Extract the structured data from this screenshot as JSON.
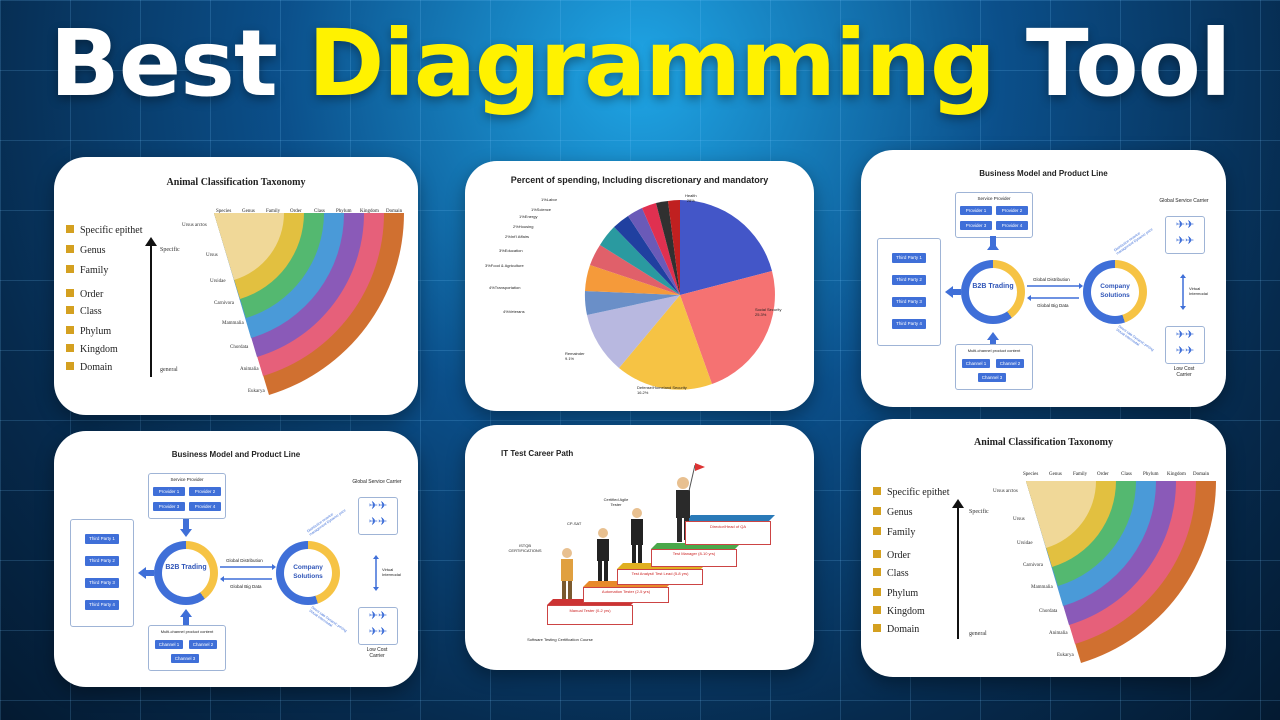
{
  "headline": {
    "word1": "Best",
    "word2": "Diagramming",
    "word3": "Tool"
  },
  "colors": {
    "accent_yellow": "#fff200",
    "taxonomy_bullet": "#d4a020",
    "diagram_blue": "#3f6fd8",
    "ring_yellow": "#f6c344",
    "pie_blue": "#4356c8",
    "pie_red": "#f57272"
  },
  "taxonomy": {
    "title": "Animal Classification Taxonomy",
    "ranks": [
      "Specific epithet",
      "Genus",
      "Family",
      "Order",
      "Class",
      "Phylum",
      "Kingdom",
      "Domain"
    ],
    "specific": "Specific",
    "general": "general",
    "columns": [
      "Species",
      "Genus",
      "Family",
      "Order",
      "Class",
      "Phylum",
      "Kingdom",
      "Domain"
    ],
    "rows": [
      "Ursus arctos",
      "Ursus",
      "Ursidae",
      "Carnivora",
      "Mammalia",
      "Chordata",
      "Animalia",
      "Eukarya"
    ]
  },
  "spending": {
    "title": "Percent of spending, Including discretionary and mandatory",
    "slices": [
      {
        "label": "Health",
        "value": "28%"
      },
      {
        "label": "Social Security",
        "value": "25.3%"
      },
      {
        "label": "Defense/Homeland Security",
        "value": "16.2%"
      },
      {
        "label": "Remainder",
        "value": "9.1%"
      },
      {
        "label": "Veterans",
        "value": "4%"
      },
      {
        "label": "Transportation",
        "value": "4%"
      },
      {
        "label": "Food & Agriculture",
        "value": "3%"
      },
      {
        "label": "Education",
        "value": "3%"
      },
      {
        "label": "Int'l Affairs",
        "value": "2%"
      },
      {
        "label": "Housing",
        "value": "2%"
      },
      {
        "label": "Energy",
        "value": "1%"
      },
      {
        "label": "Science",
        "value": "1%"
      },
      {
        "label": "Labor",
        "value": "1%"
      }
    ]
  },
  "business": {
    "title": "Business Model and Product Line",
    "service_provider": "Service Provider",
    "providers": [
      "Provider 1",
      "Provider 2",
      "Provider 3",
      "Provider 4"
    ],
    "third_parties": [
      "Third Party 1",
      "Third Party 2",
      "Third Party 3",
      "Third Party 4"
    ],
    "b2b": "B2B Trading",
    "company": "Company Solutions",
    "global_distribution": "Global Distribution",
    "global_big_data": "Global Big Data",
    "multichannel": "Multi-channel product content",
    "channels": [
      "Channel 1",
      "Channel 2",
      "Channel 3"
    ],
    "global_service_carrier": "Global Service Carrier",
    "low_cost_carrier": "Low Cost Carrier",
    "virtual_intermodal": "Virtual Intermodal",
    "distribution_note": "Distribution revenue management Dynamic price",
    "direct_note": "Direct sale Dynamic pricing Virtual Intermodal",
    "plane": "✈"
  },
  "career": {
    "title": "IT Test Career Path",
    "steps": [
      "Manual Tester (0-2 yrs)",
      "Automation Tester (2-5 yrs)",
      "Test Analyst/ Test Lead (5-8 yrs)",
      "Test Manager (8-10 yrs)",
      "Director/Head of QA"
    ],
    "labels": [
      "Software Testing Certification Course",
      "ISTQB CERTIFICATIONS",
      "CP-SAT",
      "Certified Agile Tester"
    ]
  }
}
